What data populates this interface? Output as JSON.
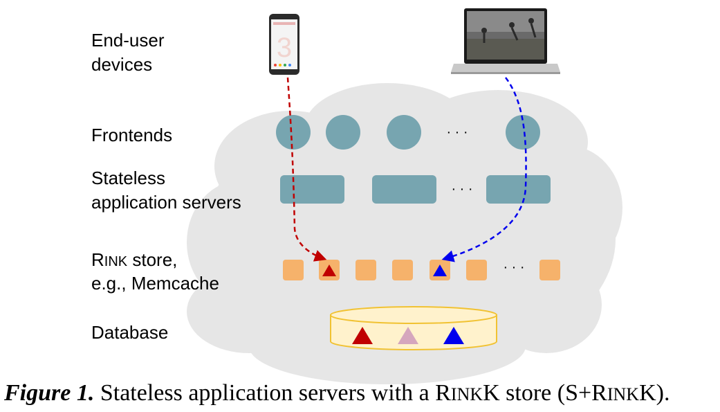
{
  "labels": {
    "devices_line1": "End-user",
    "devices_line2": "devices",
    "frontends": "Frontends",
    "stateless_line1": "Stateless",
    "stateless_line2": "application servers",
    "rink_r": "R",
    "rink_ink": "INK",
    "rink_rest": " store,",
    "rink_line2": "e.g., Memcache",
    "database": "Database"
  },
  "ellipsis": "· · ·",
  "caption": {
    "figure_label": "Figure 1.",
    "text_before": " Stateless application servers with a R",
    "sc1": "INK",
    "text_mid": "K store (S+R",
    "sc2": "INK",
    "text_end": "K)."
  },
  "colors": {
    "cloud": "#e6e6e6",
    "frontend_node": "#77a5b0",
    "server_node": "#77a5b0",
    "rink_node": "#f6b26b",
    "database_fill": "#fff2cc",
    "database_stroke": "#f1c232",
    "red_triangle": "#c00000",
    "pink_triangle": "#d5a6bd",
    "blue_triangle": "#0000ee",
    "red_arrow": "#c00000",
    "blue_arrow": "#0000ee"
  }
}
